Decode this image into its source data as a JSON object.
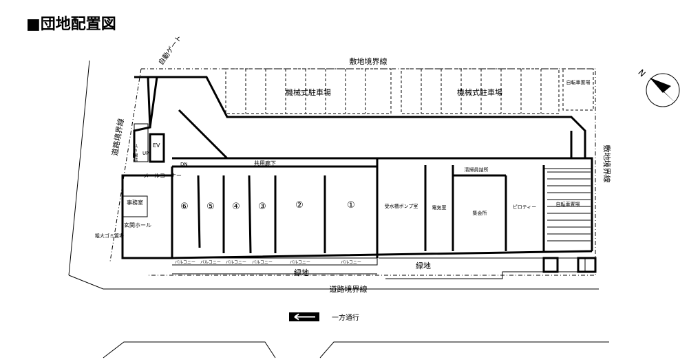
{
  "title": "■団地配置図",
  "labels": {
    "auto_gate": "自動ゲート",
    "site_boundary_top": "敷地境界線",
    "site_boundary_right": "敷地境界線",
    "road_boundary_left": "道路境界線",
    "road_boundary_bottom": "道路境界線",
    "parking_1": "機械式駐車場",
    "parking_2": "機械式駐車場",
    "bicycle_top": "自転車置場",
    "garbage": "ゴミ置場",
    "ev": "EV",
    "up": "UP",
    "dn": "DN",
    "corridor": "共用廊下",
    "mail_corner": "メールコーナー",
    "office": "事務室",
    "entrance_hall": "玄関ホール",
    "bulky_garbage": "粗大ゴミ置場",
    "water_pump": "受水槽ポンプ室",
    "electric": "電気室",
    "cleaner": "清掃員詰所",
    "meeting": "集会所",
    "piloti": "ピロティー",
    "bicycle": "自転車置場",
    "green_1": "緑地",
    "green_2": "緑地",
    "one_way": "一方通行",
    "north": "N"
  },
  "units": [
    "⑥",
    "⑤",
    "④",
    "③",
    "②",
    "①"
  ],
  "balconies": [
    "バルコニー",
    "バルコニー",
    "バルコニー",
    "バルコニー",
    "バルコニー",
    "バルコニー"
  ]
}
